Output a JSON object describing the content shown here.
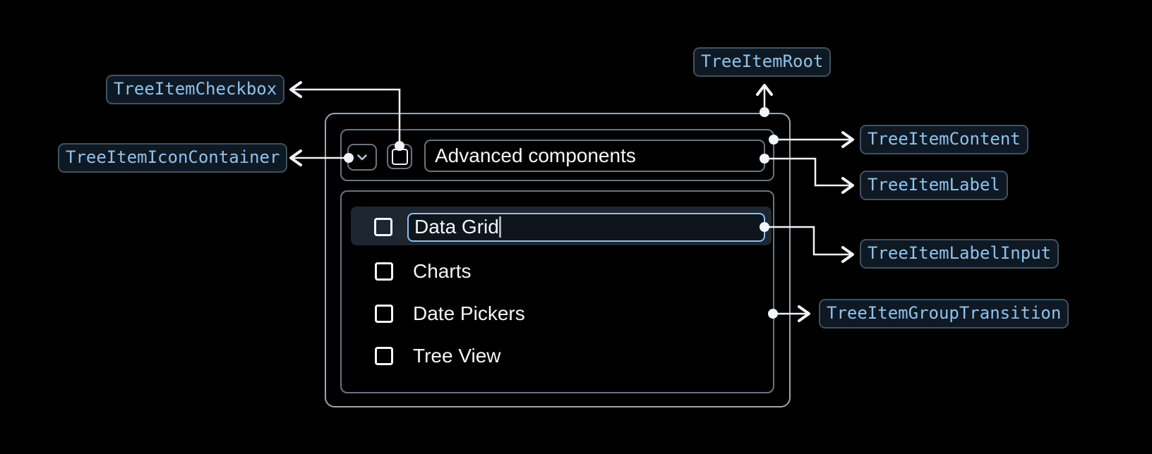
{
  "annotations": {
    "root": "TreeItemRoot",
    "checkbox": "TreeItemCheckbox",
    "icon_container": "TreeItemIconContainer",
    "content": "TreeItemContent",
    "label": "TreeItemLabel",
    "label_input": "TreeItemLabelInput",
    "group_transition": "TreeItemGroupTransition"
  },
  "tree": {
    "parent": {
      "label": "Advanced components",
      "expanded": true,
      "checked": false
    },
    "editing_item": {
      "input_value": "Data Grid",
      "checked": false
    },
    "items": [
      {
        "label": "Charts",
        "checked": false
      },
      {
        "label": "Date Pickers",
        "checked": false
      },
      {
        "label": "Tree View",
        "checked": false
      }
    ]
  },
  "icons": {
    "expand": "chevron-down-icon",
    "checkbox": "checkbox-unchecked-icon"
  },
  "colors": {
    "background": "#000000",
    "annotation_text": "#8FC2EC",
    "annotation_border": "#3E5262",
    "annotation_bg": "#0F1924",
    "connector": "#F2F5F8",
    "root_border": "#9AA5B1",
    "inner_border": "#697480",
    "input_border": "#90BEEC",
    "row_highlight_bg": "#1E2631",
    "text": "#F4F6F8"
  }
}
